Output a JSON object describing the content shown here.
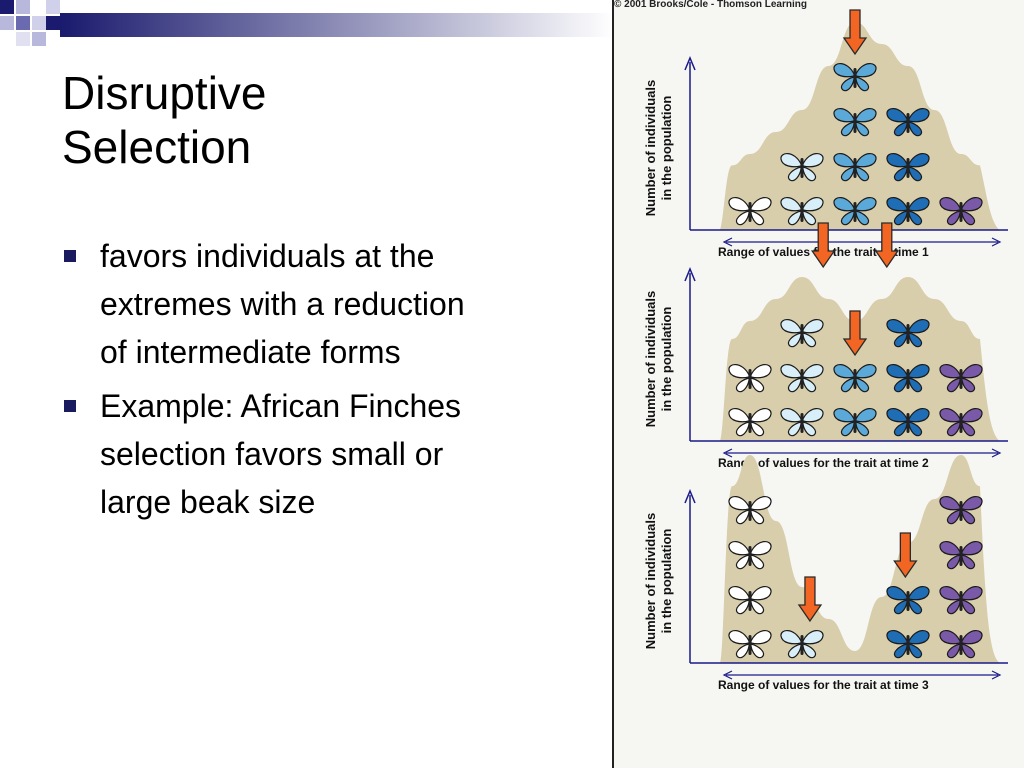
{
  "slide": {
    "title_line1": "Disruptive",
    "title_line2": "Selection",
    "bullets": [
      "favors individuals at the extremes with a reduction of intermediate forms",
      "Example: African Finches selection favors small or large beak size"
    ]
  },
  "figure": {
    "copyright": "© 2001 Brooks/Cole - Thomson Learning",
    "y_label_line1": "Number of individuals",
    "y_label_line2": "in the population",
    "panels": [
      {
        "x_label": "Range of values for the trait at time 1",
        "counts": [
          1,
          2,
          4,
          3,
          1
        ],
        "arrows": [
          2
        ]
      },
      {
        "x_label": "Range of values for the trait at time 2",
        "counts": [
          2,
          3,
          2,
          3,
          2
        ],
        "arrows": [
          1.4,
          2,
          2.6
        ]
      },
      {
        "x_label": "Range of values for the trait at time 3",
        "counts": [
          4,
          1,
          0,
          2,
          4
        ],
        "arrows": [
          1.15,
          2.95
        ]
      }
    ],
    "colors": {
      "curve": "#d8ceab",
      "arrow": "#f26522",
      "axis": "#1a1a8a",
      "butterflies": [
        "#ffffff",
        "#d8eef9",
        "#5aa9d9",
        "#1f6db5",
        "#7a5aa8"
      ]
    }
  }
}
